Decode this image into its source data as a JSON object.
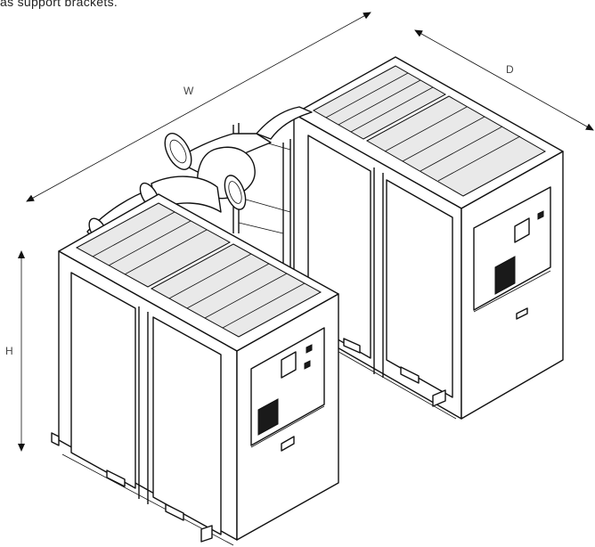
{
  "caption": "as support brackets.",
  "dimensions": {
    "width_label": "W",
    "depth_label": "D",
    "height_label": "H"
  }
}
